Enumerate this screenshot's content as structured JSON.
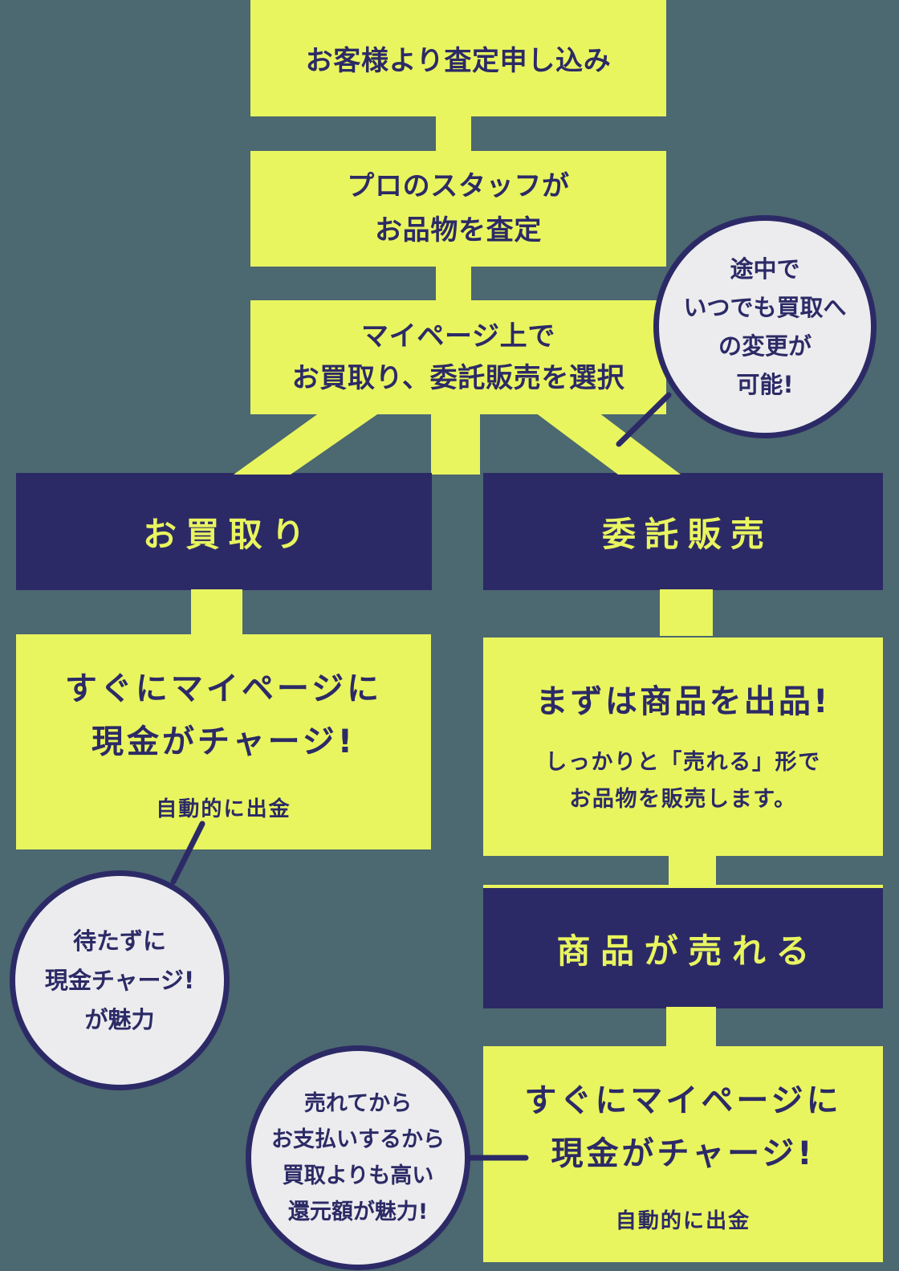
{
  "colors": {
    "background": "#4c6870",
    "accent_yellow": "#e9f55f",
    "accent_navy": "#2c2a66",
    "callout_fill": "#ececee"
  },
  "process": {
    "step1": "お客様より査定申し込み",
    "step2": [
      "プロのスタッフが",
      "お品物を査定"
    ],
    "step3": [
      "マイページ上で",
      "お買取り、委託販売を選択"
    ]
  },
  "callout_change": [
    "途中で",
    "いつでも買取へ",
    "の変更が",
    "可能!"
  ],
  "purchase": {
    "title": "お買取り",
    "result": [
      "すぐにマイページに",
      "現金がチャージ!"
    ],
    "result_note": "自動的に出金",
    "callout": [
      "待たずに",
      "現金チャージ!",
      "が魅力"
    ]
  },
  "consignment": {
    "title": "委託販売",
    "list_title": "まずは商品を出品!",
    "list_sub": [
      "しっかりと「売れる」形で",
      "お品物を販売します。"
    ],
    "sold_title": "商品が売れる",
    "result": [
      "すぐにマイページに",
      "現金がチャージ!"
    ],
    "result_note": "自動的に出金",
    "callout": [
      "売れてから",
      "お支払いするから",
      "買取よりも高い",
      "還元額が魅力!"
    ]
  }
}
